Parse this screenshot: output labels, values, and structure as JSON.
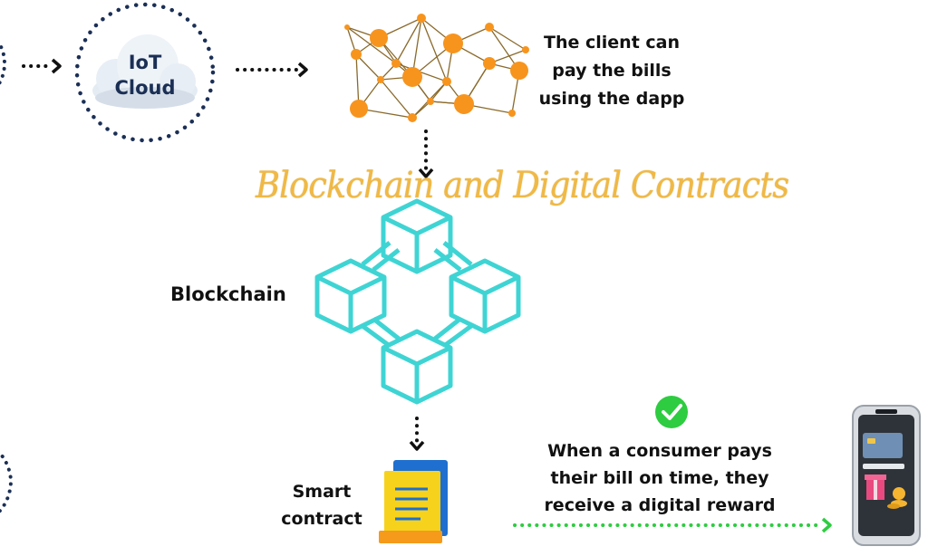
{
  "cloud": {
    "line1": "IoT",
    "line2": "Cloud",
    "icon": "cloud-icon"
  },
  "network": {
    "caption_lines": [
      "The client can",
      "pay the bills",
      "using the dapp"
    ],
    "icon": "network-mesh-icon"
  },
  "watermark": "Blockchain and Digital Contracts",
  "blockchain": {
    "label": "Blockchain",
    "icon": "blockchain-cubes-icon"
  },
  "smart_contract": {
    "label_lines": [
      "Smart",
      "contract"
    ],
    "icon": "document-icon"
  },
  "reward": {
    "caption_lines": [
      "When a consumer pays",
      "their bill on time, they",
      "receive a digital reward"
    ],
    "icon": "check-circle-icon"
  },
  "phone": {
    "icon": "smartphone-wallet-icon"
  },
  "colors": {
    "navy_dots": "#1b2f55",
    "orange": "#f7941d",
    "teal": "#3fd4d4",
    "green": "#2ecc40",
    "gold": "#f0b63a"
  }
}
